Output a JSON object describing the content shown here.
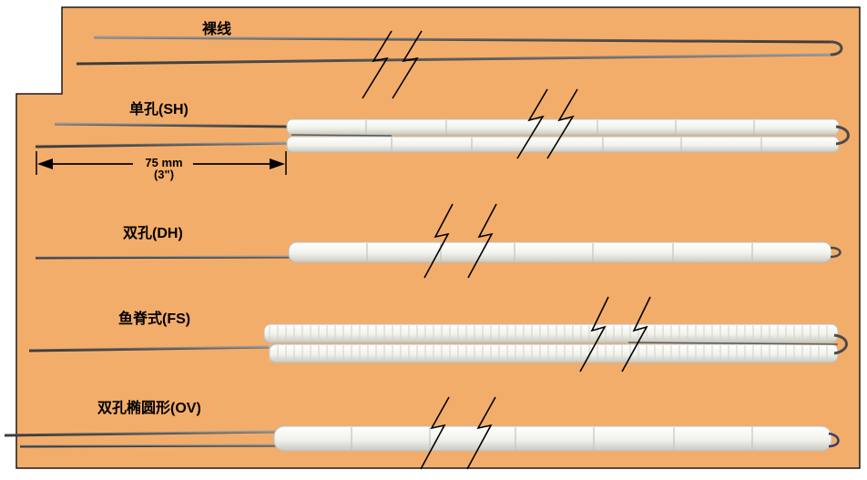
{
  "colors": {
    "background_panel": "#f3ad6a",
    "panel_border": "#1a1a1a",
    "insulator": "#f5f5f0",
    "insulator_shadow": "#cfcfc8",
    "wire": "#6a6a6a"
  },
  "labels": {
    "bare_wire": "裸线",
    "single_hole": "单孔(SH)",
    "double_hole": "双孔(DH)",
    "fishbone": "鱼脊式(FS)",
    "double_hole_oval": "双孔椭圆形(OV)"
  },
  "dimension": {
    "metric": "75 mm",
    "imperial": "(3\")"
  }
}
